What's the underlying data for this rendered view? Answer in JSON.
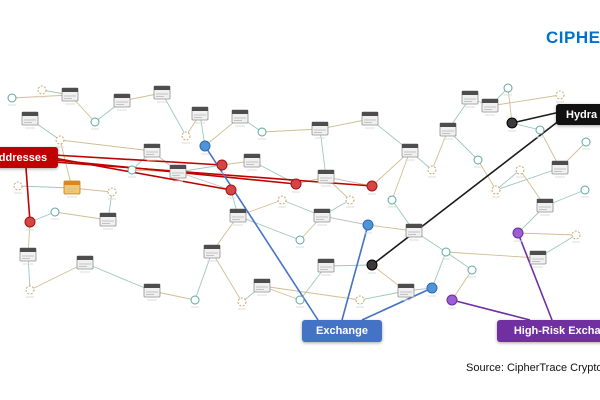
{
  "logo": {
    "text": "CIPHERTRACE",
    "color": "#0072CE"
  },
  "source_note": "Source: CipherTrace Cryptocurrency Intelligence",
  "callout_labels": {
    "addresses": {
      "text": "Addresses",
      "color": "#C00000"
    },
    "hydra": {
      "text": "Hydra",
      "color": "#111111"
    },
    "exchange": {
      "text": "Exchange",
      "color": "#4472C4"
    },
    "high_risk": {
      "text": "High-Risk Exchange",
      "color": "#7030A0"
    }
  },
  "palette": {
    "edge": {
      "tan": "#d2bd93",
      "teal": "#9cc8bd",
      "gray": "#c0c0c0"
    },
    "callout": {
      "red": "#C00000",
      "black": "#1a1a1a",
      "blue": "#4472C4",
      "purple": "#7030A0"
    },
    "box": {
      "tx": {
        "body": "#f0f0f0",
        "header": "#4d4d4d",
        "border": "#8f8f8f"
      },
      "orange": {
        "body": "#f6c671",
        "header": "#d48a1e",
        "border": "#c07b12"
      }
    },
    "node": {
      "a1": {
        "fill": "#ffffff",
        "stroke": "#5ca89e",
        "r": 4,
        "dash": ""
      },
      "a2": {
        "fill": "#ffffff",
        "stroke": "#c9a26a",
        "r": 4,
        "dash": "2 1.5"
      },
      "red": {
        "fill": "#d64545",
        "stroke": "#a11212",
        "r": 5,
        "dash": ""
      },
      "blue": {
        "fill": "#4f94d6",
        "stroke": "#2a6bb5",
        "r": 5,
        "dash": ""
      },
      "purple": {
        "fill": "#9a5fd2",
        "stroke": "#6a2f9e",
        "r": 5,
        "dash": ""
      },
      "black": {
        "fill": "#3a3a3a",
        "stroke": "#000000",
        "r": 5,
        "dash": ""
      }
    }
  },
  "graph": {
    "nodes": [
      [
        70,
        95,
        "tx"
      ],
      [
        122,
        101,
        "tx"
      ],
      [
        162,
        93,
        "tx"
      ],
      [
        30,
        119,
        "tx"
      ],
      [
        152,
        151,
        "tx"
      ],
      [
        200,
        114,
        "tx"
      ],
      [
        240,
        117,
        "tx"
      ],
      [
        252,
        161,
        "tx"
      ],
      [
        238,
        216,
        "tx"
      ],
      [
        212,
        252,
        "tx"
      ],
      [
        152,
        291,
        "tx"
      ],
      [
        85,
        263,
        "tx"
      ],
      [
        28,
        255,
        "tx"
      ],
      [
        320,
        129,
        "tx"
      ],
      [
        326,
        177,
        "tx"
      ],
      [
        322,
        216,
        "tx"
      ],
      [
        326,
        266,
        "tx"
      ],
      [
        262,
        286,
        "tx"
      ],
      [
        370,
        119,
        "tx"
      ],
      [
        410,
        151,
        "tx"
      ],
      [
        414,
        231,
        "tx"
      ],
      [
        406,
        291,
        "tx"
      ],
      [
        470,
        98,
        "tx"
      ],
      [
        490,
        106,
        "tx"
      ],
      [
        448,
        130,
        "tx"
      ],
      [
        545,
        206,
        "tx"
      ],
      [
        560,
        168,
        "tx"
      ],
      [
        178,
        172,
        "tx"
      ],
      [
        108,
        220,
        "tx"
      ],
      [
        72,
        188,
        "orange"
      ],
      [
        12,
        98,
        "a1"
      ],
      [
        42,
        90,
        "a2"
      ],
      [
        95,
        122,
        "a1"
      ],
      [
        60,
        140,
        "a2"
      ],
      [
        18,
        186,
        "a2"
      ],
      [
        55,
        212,
        "a1"
      ],
      [
        30,
        222,
        "red"
      ],
      [
        112,
        192,
        "a2"
      ],
      [
        132,
        170,
        "a1"
      ],
      [
        186,
        136,
        "a2"
      ],
      [
        205,
        146,
        "blue"
      ],
      [
        222,
        165,
        "red"
      ],
      [
        231,
        190,
        "red"
      ],
      [
        262,
        132,
        "a1"
      ],
      [
        282,
        200,
        "a2"
      ],
      [
        296,
        184,
        "red"
      ],
      [
        300,
        240,
        "a1"
      ],
      [
        350,
        200,
        "a2"
      ],
      [
        372,
        186,
        "red"
      ],
      [
        368,
        225,
        "blue"
      ],
      [
        372,
        265,
        "black"
      ],
      [
        392,
        200,
        "a1"
      ],
      [
        432,
        170,
        "a2"
      ],
      [
        446,
        252,
        "a1"
      ],
      [
        432,
        288,
        "blue"
      ],
      [
        452,
        300,
        "purple"
      ],
      [
        472,
        270,
        "a1"
      ],
      [
        496,
        190,
        "a2"
      ],
      [
        512,
        123,
        "black"
      ],
      [
        518,
        233,
        "purple"
      ],
      [
        540,
        130,
        "a1"
      ],
      [
        576,
        235,
        "a2"
      ],
      [
        586,
        142,
        "a1"
      ],
      [
        30,
        290,
        "a2"
      ],
      [
        195,
        300,
        "a1"
      ],
      [
        242,
        302,
        "a2"
      ],
      [
        300,
        300,
        "a1"
      ],
      [
        360,
        300,
        "a2"
      ],
      [
        508,
        88,
        "a1"
      ],
      [
        560,
        95,
        "a2"
      ],
      [
        478,
        160,
        "a1"
      ],
      [
        520,
        170,
        "a2"
      ],
      [
        538,
        258,
        "tx"
      ],
      [
        585,
        190,
        "a1"
      ]
    ],
    "edges": [
      [
        30,
        0,
        "tan"
      ],
      [
        31,
        0,
        "teal"
      ],
      [
        0,
        32,
        "tan"
      ],
      [
        32,
        1,
        "teal"
      ],
      [
        1,
        2,
        "tan"
      ],
      [
        2,
        39,
        "teal"
      ],
      [
        39,
        5,
        "tan"
      ],
      [
        5,
        40,
        "teal"
      ],
      [
        40,
        6,
        "tan"
      ],
      [
        6,
        43,
        "teal"
      ],
      [
        43,
        13,
        "tan"
      ],
      [
        3,
        33,
        "teal"
      ],
      [
        33,
        4,
        "tan"
      ],
      [
        4,
        38,
        "teal"
      ],
      [
        38,
        27,
        "tan"
      ],
      [
        27,
        41,
        "teal"
      ],
      [
        41,
        7,
        "tan"
      ],
      [
        7,
        45,
        "teal"
      ],
      [
        45,
        14,
        "tan"
      ],
      [
        34,
        29,
        "teal"
      ],
      [
        29,
        37,
        "tan"
      ],
      [
        37,
        28,
        "teal"
      ],
      [
        28,
        35,
        "tan"
      ],
      [
        35,
        36,
        "teal"
      ],
      [
        36,
        12,
        "tan"
      ],
      [
        12,
        63,
        "teal"
      ],
      [
        63,
        11,
        "tan"
      ],
      [
        11,
        10,
        "teal"
      ],
      [
        10,
        64,
        "tan"
      ],
      [
        64,
        9,
        "teal"
      ],
      [
        9,
        65,
        "tan"
      ],
      [
        65,
        17,
        "teal"
      ],
      [
        17,
        66,
        "tan"
      ],
      [
        66,
        16,
        "teal"
      ],
      [
        9,
        8,
        "tan"
      ],
      [
        8,
        42,
        "teal"
      ],
      [
        42,
        27,
        "gray"
      ],
      [
        8,
        46,
        "teal"
      ],
      [
        46,
        15,
        "tan"
      ],
      [
        15,
        47,
        "teal"
      ],
      [
        47,
        14,
        "tan"
      ],
      [
        14,
        13,
        "teal"
      ],
      [
        13,
        18,
        "tan"
      ],
      [
        18,
        19,
        "teal"
      ],
      [
        19,
        48,
        "tan"
      ],
      [
        48,
        14,
        "gray"
      ],
      [
        19,
        52,
        "teal"
      ],
      [
        52,
        24,
        "tan"
      ],
      [
        24,
        22,
        "teal"
      ],
      [
        22,
        23,
        "tan"
      ],
      [
        23,
        68,
        "teal"
      ],
      [
        68,
        58,
        "tan"
      ],
      [
        24,
        70,
        "teal"
      ],
      [
        70,
        57,
        "tan"
      ],
      [
        57,
        26,
        "teal"
      ],
      [
        26,
        60,
        "tan"
      ],
      [
        60,
        58,
        "teal"
      ],
      [
        69,
        23,
        "tan"
      ],
      [
        57,
        71,
        "teal"
      ],
      [
        71,
        25,
        "tan"
      ],
      [
        25,
        59,
        "teal"
      ],
      [
        59,
        61,
        "tan"
      ],
      [
        61,
        72,
        "teal"
      ],
      [
        72,
        53,
        "tan"
      ],
      [
        53,
        20,
        "teal"
      ],
      [
        20,
        49,
        "tan"
      ],
      [
        49,
        15,
        "gray"
      ],
      [
        16,
        50,
        "teal"
      ],
      [
        50,
        21,
        "tan"
      ],
      [
        21,
        67,
        "teal"
      ],
      [
        67,
        17,
        "tan"
      ],
      [
        21,
        54,
        "gray"
      ],
      [
        54,
        53,
        "teal"
      ],
      [
        55,
        56,
        "tan"
      ],
      [
        56,
        53,
        "teal"
      ],
      [
        51,
        19,
        "tan"
      ],
      [
        51,
        20,
        "teal"
      ],
      [
        44,
        8,
        "tan"
      ],
      [
        44,
        15,
        "teal"
      ],
      [
        62,
        26,
        "tan"
      ],
      [
        73,
        25,
        "teal"
      ],
      [
        4,
        27,
        "gray"
      ],
      [
        29,
        33,
        "tan"
      ]
    ],
    "callouts": [
      {
        "from": [
          54,
          155
        ],
        "to": 41,
        "c": "red"
      },
      {
        "from": [
          54,
          158
        ],
        "to": 42,
        "c": "red"
      },
      {
        "from": [
          54,
          160
        ],
        "to": 45,
        "c": "red"
      },
      {
        "from": [
          54,
          162
        ],
        "to": 48,
        "c": "red"
      },
      {
        "from": [
          26,
          168
        ],
        "to": 36,
        "c": "red"
      },
      {
        "from": [
          560,
          112
        ],
        "to": 58,
        "c": "black"
      },
      {
        "from": [
          560,
          120
        ],
        "to": 50,
        "c": "black"
      },
      {
        "from": [
          318,
          320
        ],
        "to": 40,
        "c": "blue"
      },
      {
        "from": [
          342,
          320
        ],
        "to": 49,
        "c": "blue"
      },
      {
        "from": [
          362,
          320
        ],
        "to": 54,
        "c": "blue"
      },
      {
        "from": [
          530,
          320
        ],
        "to": 55,
        "c": "purple"
      },
      {
        "from": [
          552,
          320
        ],
        "to": 59,
        "c": "purple"
      }
    ]
  }
}
